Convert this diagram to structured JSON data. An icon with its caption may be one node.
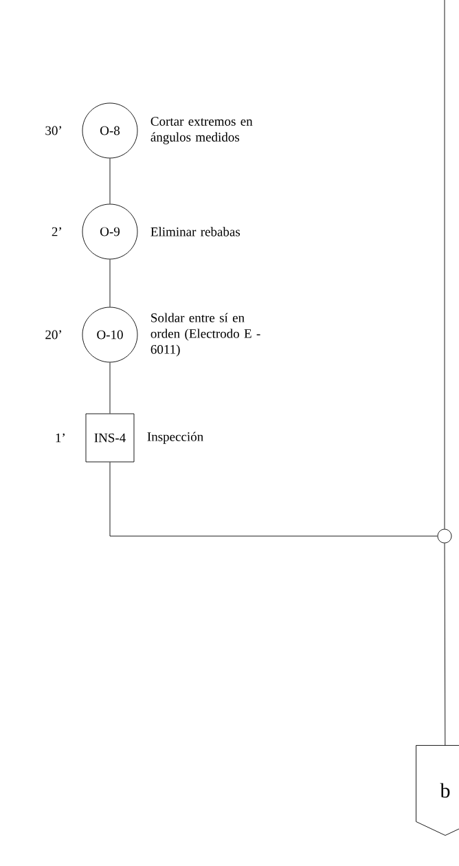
{
  "diagram": {
    "nodes": [
      {
        "text": [
          "O-8"
        ],
        "beside": [
          "30’",
          "Cortar extremos en ángulos medidos"
        ]
      },
      {
        "text": [
          "O-9"
        ],
        "beside": [
          "2’",
          "Eliminar rebabas"
        ]
      },
      {
        "text": [
          "O-10"
        ],
        "beside": [
          "20’",
          "Soldar entre sí en orden (Electrodo E - 6011)"
        ]
      },
      {
        "text": [
          "INS-4"
        ],
        "beside": [
          "1’",
          "Inspección"
        ]
      },
      {
        "text": [],
        "shape": "circle"
      },
      {
        "text": [
          "b"
        ]
      }
    ],
    "edges": [
      {
        "from": 0,
        "to": 1,
        "arrow": "none"
      },
      {
        "from": 1,
        "to": 2,
        "arrow": "none"
      },
      {
        "from": 2,
        "to": 3,
        "arrow": "none"
      },
      {
        "from": 3,
        "to": 4,
        "arrow": "none"
      },
      {
        "from": null,
        "to": 4,
        "arrow": "none"
      },
      {
        "from": 4,
        "to": 5,
        "arrow": "none"
      }
    ]
  }
}
